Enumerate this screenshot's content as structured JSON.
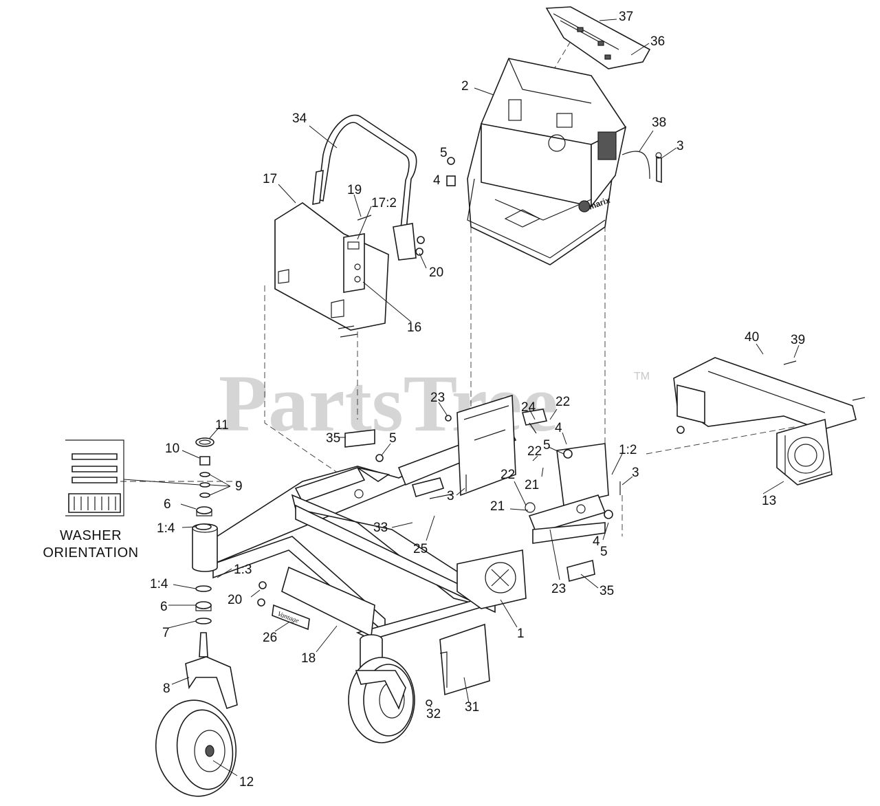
{
  "watermark": {
    "text": "PartsTree",
    "mark": "TM"
  },
  "caption": {
    "line1": "WASHER",
    "line2": "ORIENTATION"
  },
  "callouts": [
    {
      "label": "37"
    },
    {
      "label": "36"
    },
    {
      "label": "2"
    },
    {
      "label": "34"
    },
    {
      "label": "38"
    },
    {
      "label": "3"
    },
    {
      "label": "5"
    },
    {
      "label": "4"
    },
    {
      "label": "17"
    },
    {
      "label": "19"
    },
    {
      "label": "17:2"
    },
    {
      "label": "20"
    },
    {
      "label": "16"
    },
    {
      "label": "40"
    },
    {
      "label": "39"
    },
    {
      "label": "23"
    },
    {
      "label": "24"
    },
    {
      "label": "22"
    },
    {
      "label": "35"
    },
    {
      "label": "5"
    },
    {
      "label": "4"
    },
    {
      "label": "5"
    },
    {
      "label": "22"
    },
    {
      "label": "1:2"
    },
    {
      "label": "11"
    },
    {
      "label": "10"
    },
    {
      "label": "21"
    },
    {
      "label": "3"
    },
    {
      "label": "9"
    },
    {
      "label": "3"
    },
    {
      "label": "22"
    },
    {
      "label": "13"
    },
    {
      "label": "6"
    },
    {
      "label": "21"
    },
    {
      "label": "33"
    },
    {
      "label": "1:4"
    },
    {
      "label": "4"
    },
    {
      "label": "5"
    },
    {
      "label": "25"
    },
    {
      "label": "1:3"
    },
    {
      "label": "23"
    },
    {
      "label": "35"
    },
    {
      "label": "1:4"
    },
    {
      "label": "20"
    },
    {
      "label": "6"
    },
    {
      "label": "1"
    },
    {
      "label": "7"
    },
    {
      "label": "26"
    },
    {
      "label": "18"
    },
    {
      "label": "8"
    },
    {
      "label": "32"
    },
    {
      "label": "31"
    },
    {
      "label": "12"
    }
  ]
}
